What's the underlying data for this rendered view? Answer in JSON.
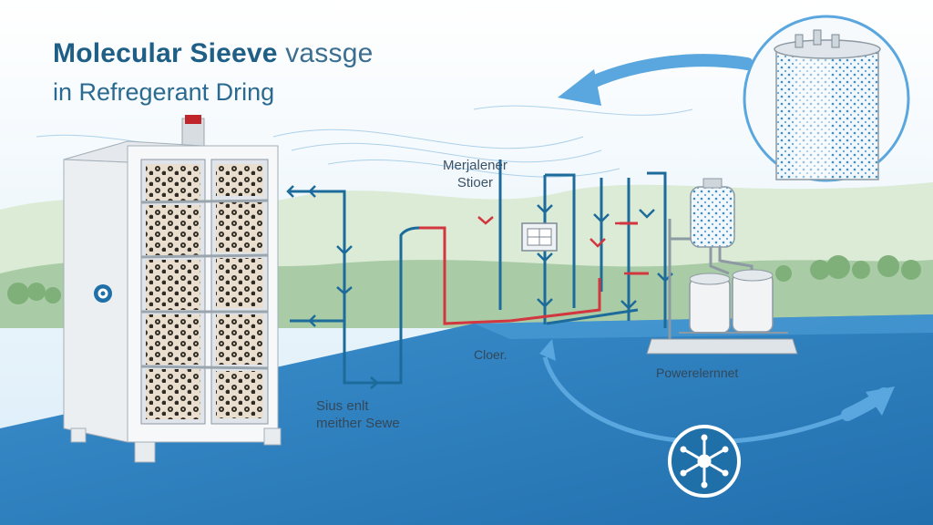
{
  "diagram": {
    "title_line1_bold": "Molecular Sieeve",
    "title_line1_light": "vassge",
    "title_line2": "in Refregerant Dring",
    "label_top_line1": "Merjalener",
    "label_top_line2": "Stioer",
    "label_cloer": "Cloer.",
    "label_power": "Powerelernnet",
    "label_bottom_line1": "Sius enlt",
    "label_bottom_line2": "meither Sewe"
  },
  "colors": {
    "accent": "#1f6fa8",
    "floor_blue": "#2b7fc0",
    "pipe_blue": "#1d6b9a",
    "pipe_red": "#d2363f",
    "arrow_blue": "#5aa6de",
    "sky_blue": "#d6ebf7",
    "hill_green": "#a9cca6",
    "cabinet_white": "#f4f6f8"
  },
  "icons": [
    "snowflake-icon",
    "sieve-badge-icon",
    "flow-arrow-icon"
  ]
}
